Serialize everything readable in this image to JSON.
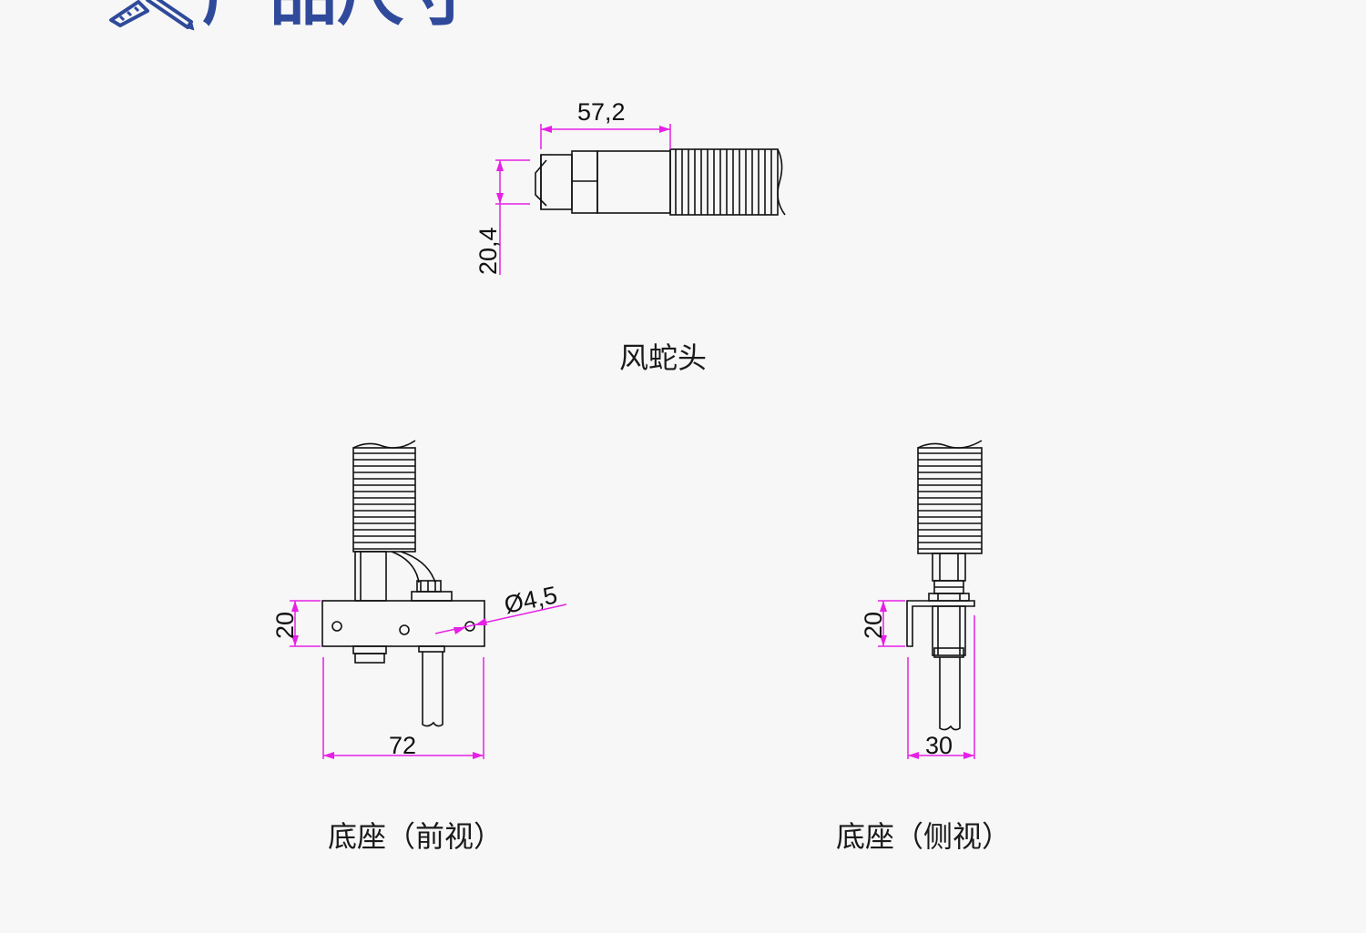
{
  "header": {
    "title": "产品尺寸",
    "icon": "ruler-pencil-icon",
    "color": "#2f4a9a"
  },
  "colors": {
    "dimension_line": "#e620e6",
    "drawing_line": "#111111",
    "background": "#f7f7f7"
  },
  "views": {
    "head": {
      "caption": "风蛇头",
      "dim_length": "57,2",
      "dim_height": "20,4"
    },
    "front": {
      "caption": "底座（前视）",
      "dim_width": "72",
      "dim_height": "20",
      "dim_hole": "Ø4,5"
    },
    "side": {
      "caption": "底座（侧视）",
      "dim_width": "30",
      "dim_height": "20"
    }
  }
}
